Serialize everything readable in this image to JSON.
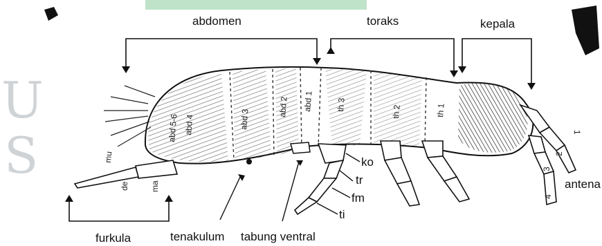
{
  "labels": {
    "abdomen": "abdomen",
    "toraks": "toraks",
    "kepala": "kepala",
    "antena": "antena",
    "furkula": "furkula",
    "tenakulum": "tenakulum",
    "tabung_ventral": "tabung ventral",
    "ko": "ko",
    "tr": "tr",
    "fm": "fm",
    "ti": "ti"
  },
  "segment_labels": {
    "abd1": "abd 1",
    "abd2": "abd 2",
    "abd3": "abd 3",
    "abd4": "abd 4",
    "abd56": "abd 5-6",
    "th1": "th 1",
    "th2": "th 2",
    "th3": "th 3",
    "dens": "de",
    "manubrium": "ma",
    "mucro": "mu",
    "ant1": "1",
    "ant4": "4",
    "ant3": "3",
    "ant2": "2"
  },
  "watermark": {
    "letter_1": "U",
    "letter_2": "S"
  }
}
